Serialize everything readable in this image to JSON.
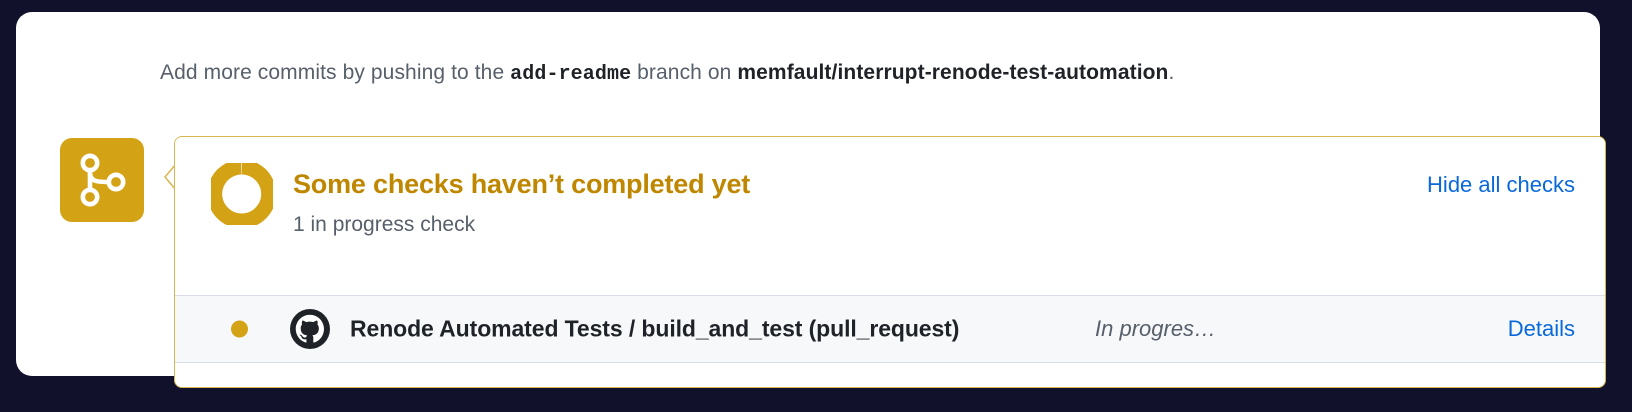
{
  "theme": {
    "page_background": "#12112c",
    "card_background": "#ffffff",
    "gold_accent": "#d4a215",
    "gold_border": "#d9b64e",
    "gold_title": "#bf8700",
    "link_blue": "#0969da",
    "muted_text": "#57606a",
    "strong_text": "#1f2328",
    "row_background": "#f6f8fa",
    "divider": "#d8dee4"
  },
  "commit_hint": {
    "prefix": "Add more commits by pushing to the ",
    "branch": "add-readme",
    "middle": " branch on ",
    "repo": "memfault/interrupt-renode-test-automation",
    "suffix": "."
  },
  "avatar": {
    "icon": "git-branch-icon"
  },
  "checks": {
    "status_icon": "in-progress-ring-icon",
    "title": "Some checks haven’t completed yet",
    "subtitle": "1 in progress check",
    "hide_all_label": "Hide all checks",
    "rows": [
      {
        "status_dot": "in-progress-dot-icon",
        "app_icon": "github-octocat-icon",
        "name": "Renode Automated Tests / build_and_test (pull_request)",
        "state": "In progres…",
        "details_label": "Details"
      }
    ]
  }
}
